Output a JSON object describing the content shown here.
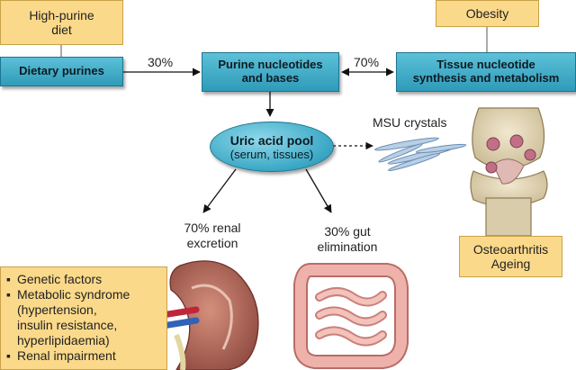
{
  "nodes": {
    "high_purine_diet": [
      "High-purine",
      "diet"
    ],
    "obesity": "Obesity",
    "dietary_purines": "Dietary purines",
    "purine_nucleotides": [
      "Purine nucleotides",
      "and bases"
    ],
    "tissue_synthesis": [
      "Tissue nucleotide",
      "synthesis and metabolism"
    ],
    "uric_acid_pool": [
      "Uric acid pool",
      "(serum, tissues)"
    ],
    "msu_crystals": "MSU crystals",
    "renal_excretion": [
      "70% renal",
      "excretion"
    ],
    "gut_elimination": [
      "30% gut",
      "elimination"
    ],
    "osteoarthritis": [
      "Osteoarthritis",
      "Ageing"
    ]
  },
  "edges": {
    "diet_to_purine_pct": "30%",
    "tissue_to_purine_pct": "70%"
  },
  "risk_factors": {
    "items": [
      [
        "Genetic factors"
      ],
      [
        "Metabolic syndrome",
        "(hypertension,",
        "insulin resistance,",
        "hyperlipidaemia)"
      ],
      [
        "Renal impairment"
      ]
    ],
    "bullet": "▪"
  },
  "colors": {
    "teal_box": "#2f9bb9",
    "yellow_box": "#fbd98a",
    "kidney": "#b46a5c",
    "intestine": "#e8a9a3",
    "crystal": "#b8cfe6",
    "joint": "#d9ccaa"
  },
  "illustrations": [
    "kidney-illustration",
    "intestine-illustration",
    "msu-crystals-illustration",
    "joint-illustration"
  ]
}
